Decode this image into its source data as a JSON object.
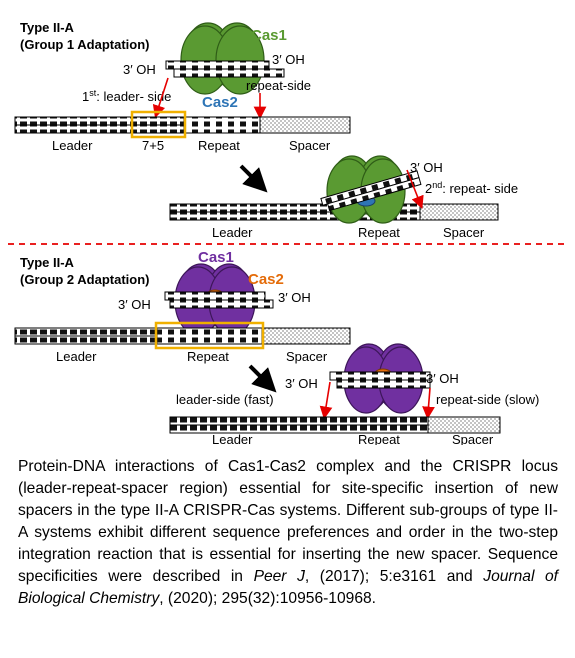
{
  "panel_a": {
    "title_line1": "Type II-A",
    "title_line2": "(Group 1 Adaptation)",
    "cas1": "Cas1",
    "cas2": "Cas2",
    "oh_left": "3′ OH",
    "oh_right": "3′ OH",
    "step1_prefix": "1",
    "step1_sup": "st",
    "step1_suffix": ": leader- side",
    "repeat_side": "repeat-side",
    "dna_leader": "Leader",
    "dna_75": "7+5",
    "dna_repeat": "Repeat",
    "dna_spacer": "Spacer",
    "oh_top2": "3′ OH",
    "step2_prefix": "2",
    "step2_sup": "nd",
    "step2_suffix": ": repeat- side",
    "dna2_leader": "Leader",
    "dna2_repeat": "Repeat",
    "dna2_spacer": "Spacer"
  },
  "panel_b": {
    "title_line1": "Type II-A",
    "title_line2": "(Group 2 Adaptation)",
    "cas1": "Cas1",
    "cas2": "Cas2",
    "oh_left": "3′ OH",
    "oh_right": "3′ OH",
    "dna_leader": "Leader",
    "dna_repeat": "Repeat",
    "dna_spacer": "Spacer",
    "oh_left2": "3′ OH",
    "oh_right2": "3′ OH",
    "leader_side": "leader-side (fast)",
    "repeat_side": "repeat-side (slow)",
    "dna2_leader": "Leader",
    "dna2_repeat": "Repeat",
    "dna2_spacer": "Spacer"
  },
  "caption": {
    "part1": "Protein-DNA interactions of Cas1-Cas2 complex and the CRISPR locus (leader-repeat-spacer region) essential for site-specific insertion of new spacers in the type II-A CRISPR-Cas systems. Different sub-groups of type II-A systems exhibit different sequence preferences and order in the two-step integration reaction that is essential for inserting the new spacer. Sequence specificities were described in ",
    "journal1": "Peer J",
    "part2": ", (2017); 5:e3161 and ",
    "journal2": "Journal of Biological Chemistry",
    "part3": ", (2020); 295(32):10956-10968."
  },
  "colors": {
    "cas1_group1": "#5a9a32",
    "cas2_group1": "#2e75b6",
    "cas1_group2": "#7030a0",
    "cas2_group2": "#e46c0a",
    "highlight_box": "#f0b000",
    "arrow_red": "#e60000",
    "divider": "#e60000"
  }
}
